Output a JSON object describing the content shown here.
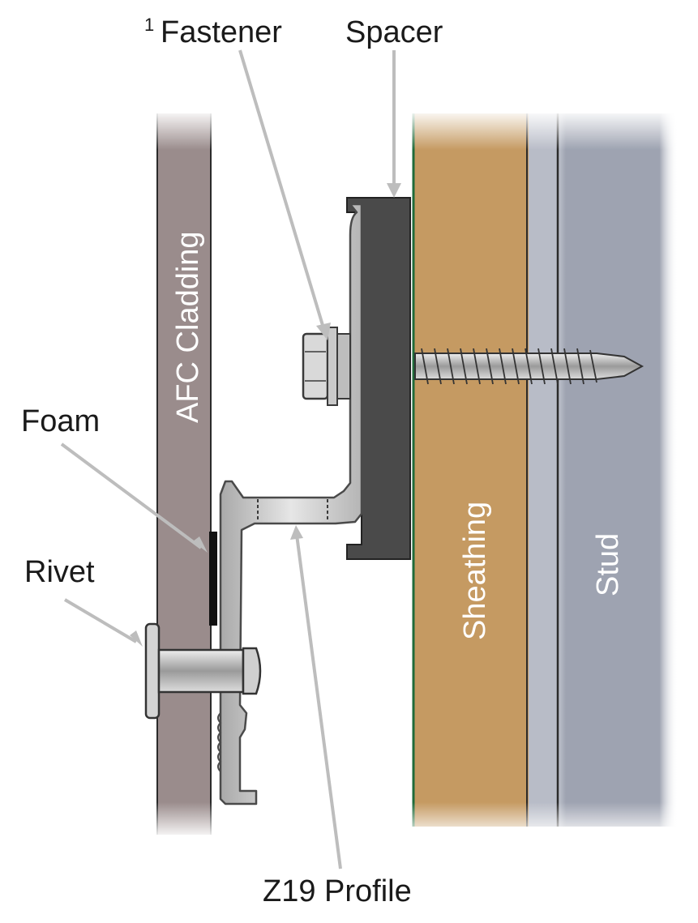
{
  "labels": {
    "fastener_number": "1",
    "fastener": "Fastener",
    "spacer": "Spacer",
    "foam": "Foam",
    "rivet": "Rivet",
    "z19_profile": "Z19 Profile",
    "afc_cladding": "AFC Cladding",
    "sheathing": "Sheathing",
    "stud": "Stud"
  },
  "colors": {
    "cladding": "#9a8c8c",
    "sheathing": "#c59a62",
    "stud": "#9ea3b1",
    "stud_edge": "#bfc3cd",
    "spacer": "#4a4a4a",
    "aluminium": "#cfcfcf",
    "leader": "#bdbdbd",
    "membrane": "#1f6b3a"
  }
}
